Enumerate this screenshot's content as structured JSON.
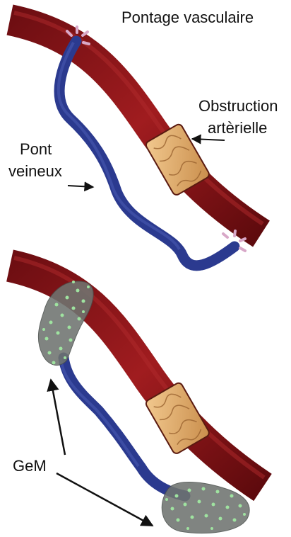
{
  "figure": {
    "title": "Pontage vasculaire",
    "labels": {
      "obstruction_line1": "Obstruction",
      "obstruction_line2": "artèrielle",
      "pont_line1": "Pont",
      "pont_line2": "veineux",
      "gem": "GeM"
    },
    "colors": {
      "artery": "#8b1418",
      "vein": "#2b3a8f",
      "plaque": "#e8b576",
      "gem_matrix": "#6f7470",
      "gem_dots": "#9fe3a0",
      "suture": "#d8a8c8"
    },
    "panels": [
      "top",
      "bottom"
    ]
  }
}
